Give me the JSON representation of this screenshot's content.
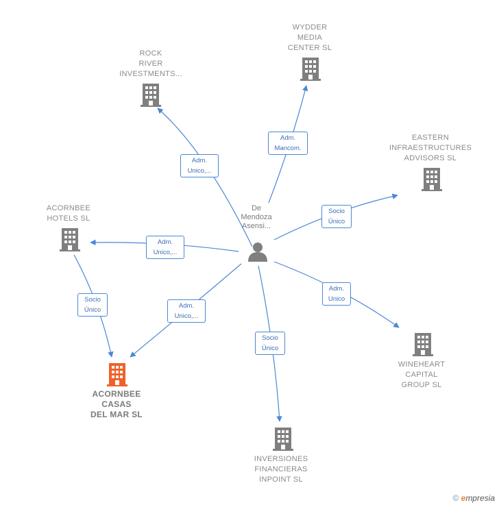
{
  "center": {
    "label": "De\nMendoza\nAsensi..."
  },
  "companies": {
    "rock_river": {
      "label": "ROCK\nRIVER\nINVESTMENTS..."
    },
    "wydder": {
      "label": "WYDDER\nMEDIA\nCENTER SL"
    },
    "eastern": {
      "label": "EASTERN\nINFRAESTRUCTURES\nADVISORS SL"
    },
    "acornbee_hotels": {
      "label": "ACORNBEE\nHOTELS SL"
    },
    "acornbee_casas": {
      "label": "ACORNBEE\nCASAS\nDEL MAR SL"
    },
    "wineheart": {
      "label": "WINEHEART\nCAPITAL\nGROUP SL"
    },
    "inversiones": {
      "label": "INVERSIONES\nFINANCIERAS\nINPOINT SL"
    }
  },
  "relations": {
    "rock_river": "Adm.\nUnico,...",
    "wydder": "Adm.\nMancom.",
    "eastern": "Socio\nÚnico",
    "acornbee_hotels": "Adm.\nUnico,...",
    "acornbee_casas": "Adm.\nUnico,...",
    "hotels_to_casas": "Socio\nÚnico",
    "wineheart": "Adm.\nUnico",
    "inversiones": "Socio\nÚnico"
  },
  "colors": {
    "edge": "#4a86d6",
    "building": "#7f7f7f",
    "focus_building": "#f0602a"
  },
  "brand": {
    "copyright": "©",
    "e": "e",
    "rest": "mpresia"
  }
}
